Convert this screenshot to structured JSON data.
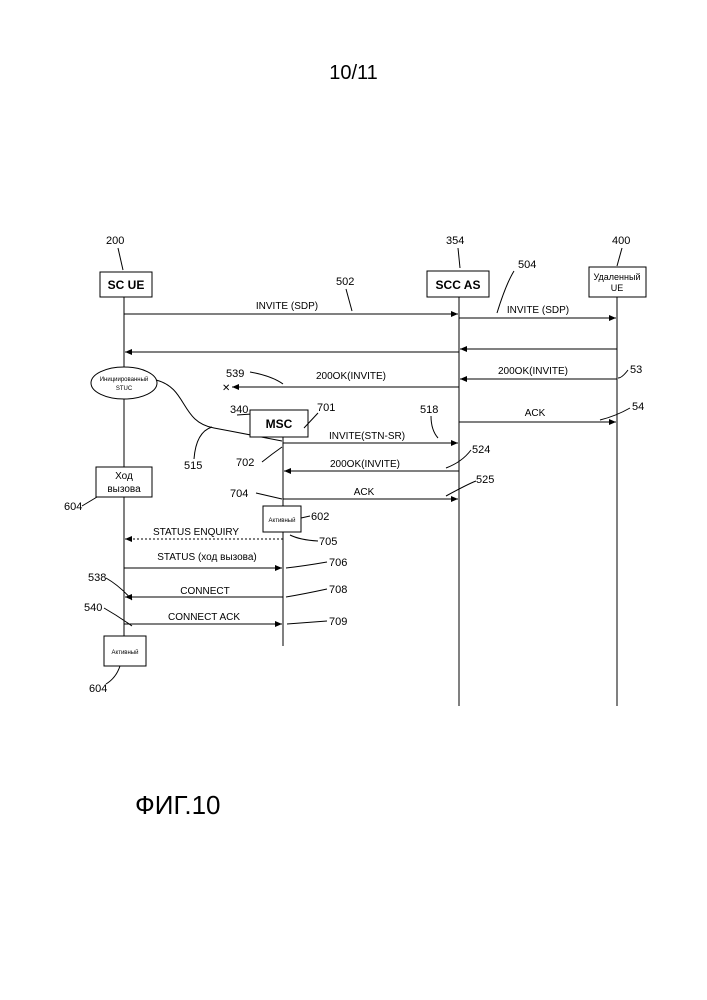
{
  "page_number": "10/11",
  "figure_caption": "ФИГ.10",
  "entities": {
    "sc_ue": {
      "ref": "200",
      "label": "SC UE"
    },
    "scc_as": {
      "ref": "354",
      "label": "SCC AS"
    },
    "remote_ue": {
      "ref": "400",
      "label_line1": "Удаленный",
      "label_line2": "UE"
    },
    "msc": {
      "ref": "340",
      "label": "MSC"
    }
  },
  "messages": {
    "m502": {
      "label": "INVITE (SDP)",
      "ref": "502"
    },
    "m504": {
      "label": "INVITE (SDP)",
      "ref": "504"
    },
    "m539": {
      "label": "200OK(INVITE)",
      "ref": "539"
    },
    "m53": {
      "label": "200OK(INVITE)",
      "ref": "53"
    },
    "m54": {
      "label": "ACK",
      "ref": "54"
    },
    "m518": {
      "label": "INVITE(STN-SR)",
      "ref": "518"
    },
    "m524": {
      "label": "200OK(INVITE)",
      "ref": "524"
    },
    "m525": {
      "label": "ACK",
      "ref": "525"
    },
    "m705": {
      "label": "STATUS ENQUIRY",
      "ref": "705"
    },
    "m706": {
      "label": "STATUS (ход вызова)",
      "ref": "706"
    },
    "m708": {
      "label": "CONNECT",
      "ref": "708"
    },
    "m709": {
      "label": "CONNECT ACK",
      "ref": "709"
    }
  },
  "states": {
    "initiated": {
      "line1": "Инициированный",
      "line2": "STUC"
    },
    "call_progress": {
      "line1": "Ход",
      "line2": "вызова",
      "ref": "604"
    },
    "msc_active": {
      "label": "Активный",
      "ref": "602"
    },
    "ue_active": {
      "label": "Активный",
      "ref": "604"
    }
  },
  "refs": {
    "r701": "701",
    "r702": "702",
    "r704": "704",
    "r515": "515",
    "r538": "538",
    "r540": "540"
  }
}
